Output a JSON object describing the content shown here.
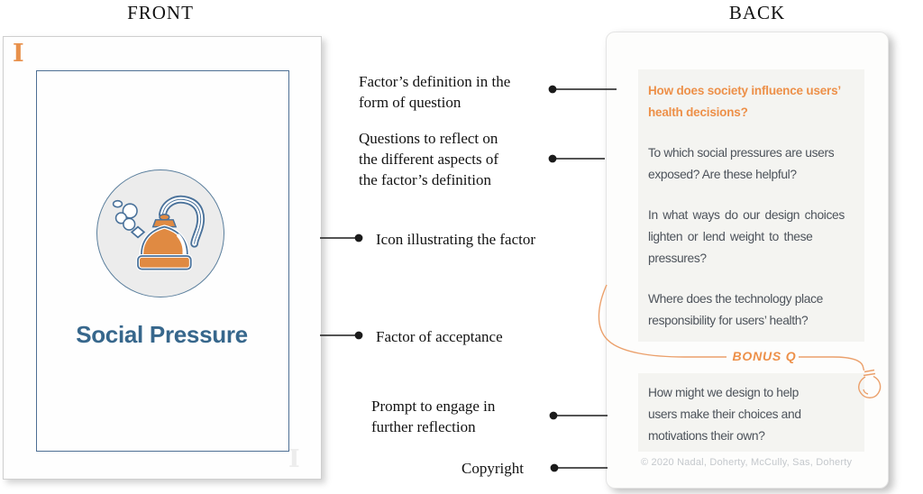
{
  "titles": {
    "front": "FRONT",
    "back": "BACK"
  },
  "front_card": {
    "logo": "I",
    "icon_name": "kettle-icon",
    "factor_name": "Social Pressure",
    "watermark": "I"
  },
  "back_card": {
    "heading": "How does society influence users’\nhealth decisions?",
    "questions": [
      "To which social pressures are users\nexposed? Are these helpful?",
      "In what ways do our design choices\nlighten or lend weight to these\npressures?",
      "Where does the technology place\nresponsibility for users’ health?"
    ],
    "bonus_label": "BONUS Q",
    "bonus_question": "How might we design to help\nusers make their choices and\nmotivations their own?",
    "copyright": "© 2020 Nadal, Doherty, McCully, Sas, Doherty"
  },
  "annotations": [
    {
      "label": "Factor’s definition in the\nform of question",
      "points_to": "back-card-heading"
    },
    {
      "label": "Questions to reflect on\nthe different aspects of\nthe factor’s definition",
      "points_to": "back-card-questions"
    },
    {
      "label": "Icon illustrating the factor",
      "points_to": "front-card-icon"
    },
    {
      "label": "Factor of acceptance",
      "points_to": "front-card-factor-name"
    },
    {
      "label": "Prompt to engage in\nfurther reflection",
      "points_to": "back-card-bonus-question"
    },
    {
      "label": "Copyright",
      "points_to": "back-card-copyright"
    }
  ],
  "colors": {
    "accent_orange": "#E8914C",
    "heading_orange": "#ED9049",
    "factor_blue": "#37678C",
    "body_text": "#4D535B",
    "panel_gray": "#F4F4F1",
    "copyright_gray": "#C4C8CC",
    "outline_blue": "#4e6f94"
  }
}
